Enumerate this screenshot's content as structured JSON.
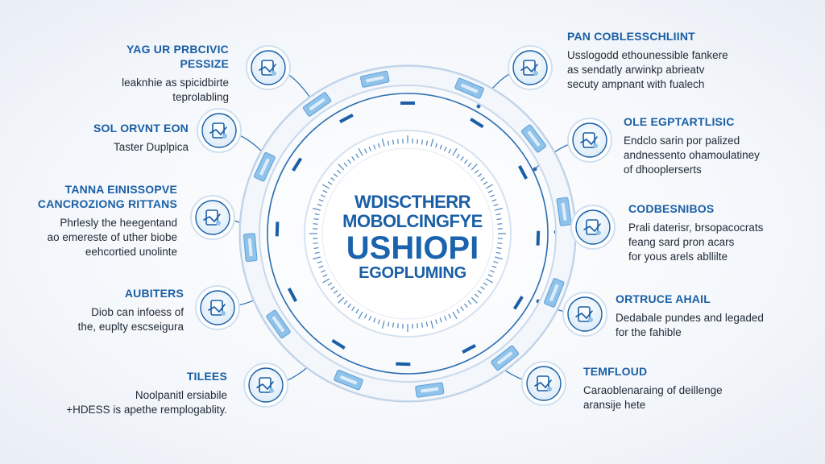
{
  "colors": {
    "primary": "#1a5fa5",
    "ring_line": "#2b6cb0",
    "ring_track": "#dfe7f2",
    "node_fill": "#e6f1fb",
    "badge": "#8fc3ea",
    "text": "#1f2a36"
  },
  "center": {
    "line1": "WDISCTHERR",
    "line2": "MOBOLCINGFYE",
    "line3": "USHIOPI",
    "line4": "EGOPLUMING"
  },
  "left_items": [
    {
      "title": "YAG UR PRBCIVIC\nPESSIZE",
      "desc": "leaknhie as spicidbirte\nteprolabling",
      "icon": "tap-hand-icon"
    },
    {
      "title": "SOL ORVNT EON",
      "desc": "Taster Duplpica",
      "icon": "device-icon"
    },
    {
      "title": "TANNA EINISSOPVE\nCANCROZIONG RITTANS",
      "desc": "Phrlesly the heegentand\nao emereste of uther biobe\neehcortied unolinte",
      "icon": "dashboard-icon"
    },
    {
      "title": "AUBITERS",
      "desc": "Diob can infoess of\nthe, euplty escseigura",
      "icon": "search-icon"
    },
    {
      "title": "TILEES",
      "desc": "Noolpanitl ersiabile\n+HDESS is apethe remplogablity.",
      "icon": "target-icon"
    }
  ],
  "right_items": [
    {
      "title": "PAN COBLESSCHLIINT",
      "desc": "Usslogodd ethounessible fankere\nas sendatly arwinkp abrieatv\nsecuty ampnant with fualech",
      "icon": "hand-phone-icon"
    },
    {
      "title": "OLE EGPTARTLISIC",
      "desc": "Endclo sarin por palized\nandnessento ohamoulatiney\nof dhooplerserts",
      "icon": "user-laptop-icon"
    },
    {
      "title": "CODBESNIBOS",
      "desc": "Prali daterisr, brsopacocrats\nfeang sard pron acars\nfor yous arels abllilte",
      "icon": "presenter-icon"
    },
    {
      "title": "ORTRUCE AHAIL",
      "desc": "Dedabale pundes and legaded\nfor the fahible",
      "icon": "chart-board-icon"
    },
    {
      "title": "TEMFLOUD",
      "desc": "Caraoblenaraing of deillenge\naransije hete",
      "icon": "shield-check-icon"
    }
  ]
}
